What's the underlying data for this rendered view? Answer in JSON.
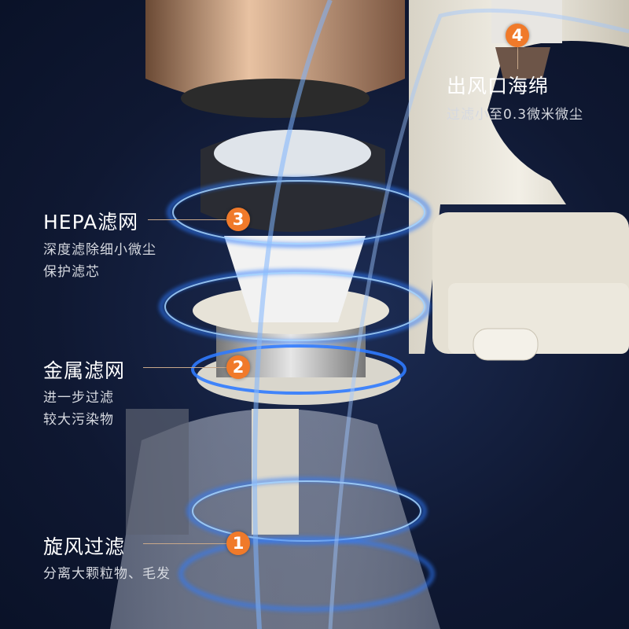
{
  "colors": {
    "background": "#101a33",
    "badge": "#f07a2a",
    "airflow": "#2f7bff"
  },
  "callouts": [
    {
      "number": "4",
      "title": "出风口海绵",
      "desc": [
        "过滤小至0.3微米微尘"
      ]
    },
    {
      "number": "3",
      "title": "HEPA滤网",
      "desc": [
        "深度滤除细小微尘",
        "保护滤芯"
      ]
    },
    {
      "number": "2",
      "title": "金属滤网",
      "desc": [
        "进一步过滤",
        "较大污染物"
      ]
    },
    {
      "number": "1",
      "title": "旋风过滤",
      "desc": [
        "分离大颗粒物、毛发"
      ]
    }
  ]
}
